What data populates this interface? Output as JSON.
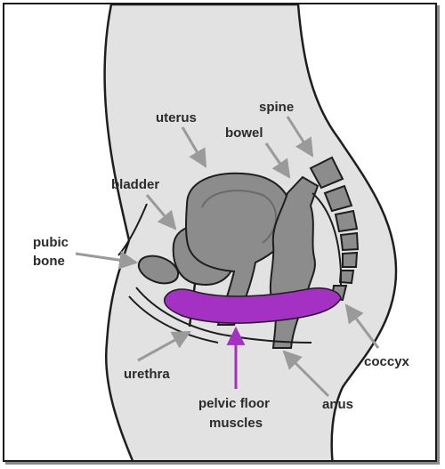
{
  "labels": {
    "spine": "spine",
    "uterus": "uterus",
    "bowel": "bowel",
    "bladder": "bladder",
    "pubic_bone_line1": "pubic",
    "pubic_bone_line2": "bone",
    "coccyx": "coccyx",
    "urethra": "urethra",
    "pelvic_line1": "pelvic floor",
    "pelvic_line2": "muscles",
    "anus": "anus"
  },
  "colors": {
    "body_fill": "#e2e2e2",
    "organ_fill": "#8c8c8c",
    "muscle_fill": "#a430c4",
    "outline": "#1e1e1e",
    "arrow": "#9a9a9a",
    "muscle_arrow": "#a430c4"
  }
}
